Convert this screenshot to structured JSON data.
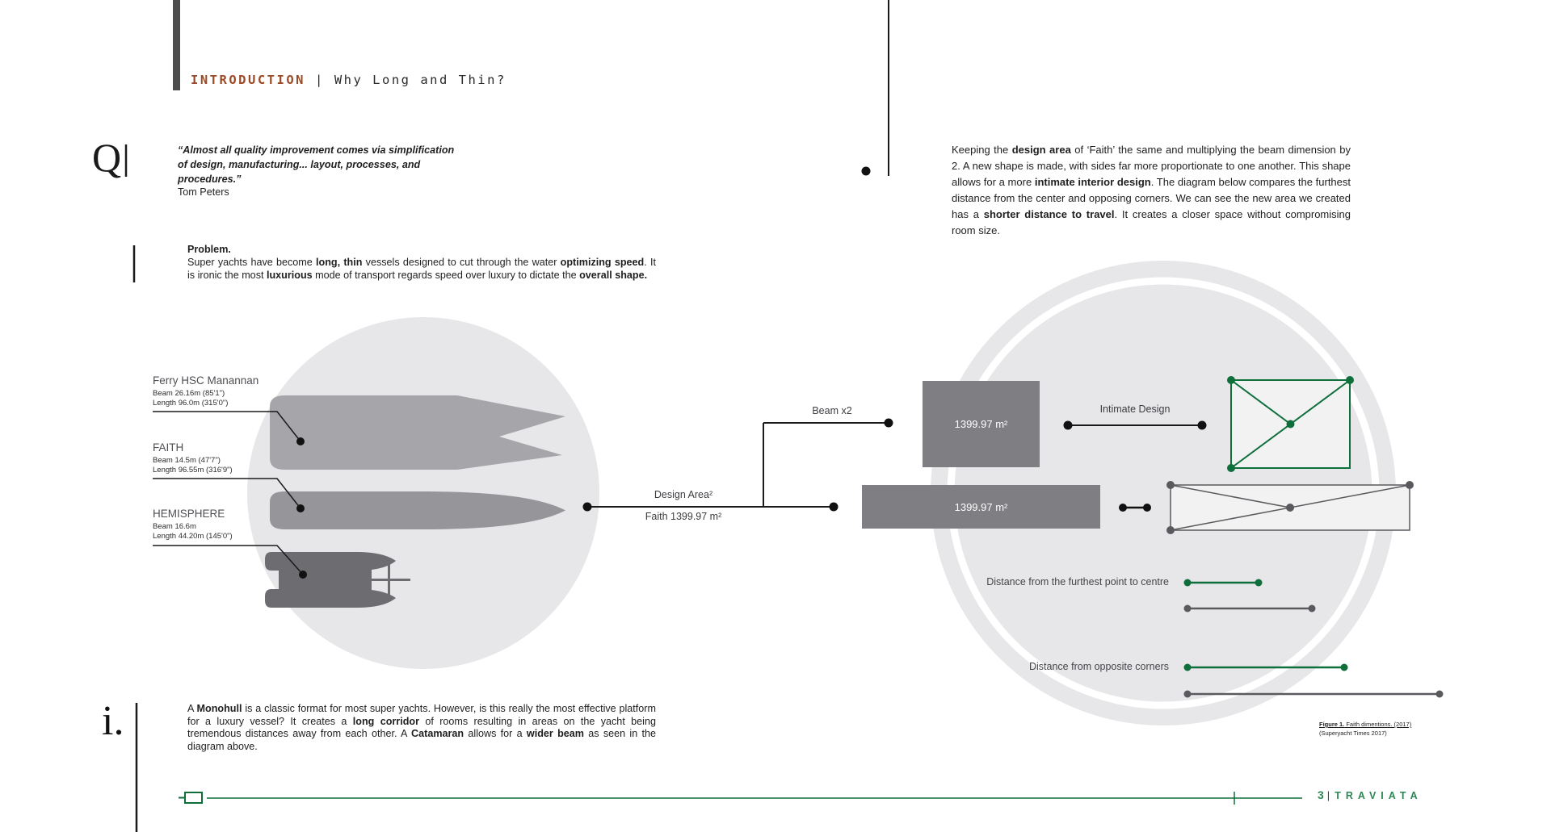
{
  "header": {
    "section_label": "INTRODUCTION",
    "divider": "|",
    "title": "Why Long and Thin?"
  },
  "quote": {
    "initial": "Q",
    "text": "“Almost all quality improvement comes via simplification of design, manufacturing... layout, processes, and procedures.”",
    "attribution": "Tom Peters"
  },
  "problem": {
    "heading": "Problem.",
    "body": [
      {
        "t": "Super yachts have become "
      },
      {
        "t": "long, thin",
        "b": 1
      },
      {
        "t": " vessels designed to cut through the water "
      },
      {
        "t": "optimizing speed",
        "b": 1
      },
      {
        "t": ". It is ironic the most "
      },
      {
        "t": "luxurious",
        "b": 1
      },
      {
        "t": " mode of transport regards speed over luxury to dictate the "
      },
      {
        "t": "overall shape.",
        "b": 1
      }
    ]
  },
  "keeping": {
    "body": [
      {
        "t": "Keeping the "
      },
      {
        "t": "design area",
        "b": 1
      },
      {
        "t": " of ‘Faith’ the same and multiplying the beam dimension by 2. A new shape is made, with sides far more proportionate to one another. This shape allows for a more "
      },
      {
        "t": "intimate interior design",
        "b": 1
      },
      {
        "t": ".  The diagram below compares the furthest distance from the center and opposing corners. We can see the new area we created has a "
      },
      {
        "t": "shorter distance to travel",
        "b": 1
      },
      {
        "t": ". It creates a closer space without compromising room size."
      }
    ]
  },
  "monohull": {
    "initial": "i.",
    "body": [
      {
        "t": "A "
      },
      {
        "t": "Monohull",
        "b": 1
      },
      {
        "t": " is a classic format for most super yachts. However, is this really the most effective platform for a luxury vessel? It creates a "
      },
      {
        "t": "long corridor",
        "b": 1
      },
      {
        "t": " of rooms resulting in areas on the yacht being tremendous distances away from each other. A "
      },
      {
        "t": "Catamaran",
        "b": 1
      },
      {
        "t": " allows for a "
      },
      {
        "t": "wider beam",
        "b": 1
      },
      {
        "t": " as seen in the diagram above."
      }
    ]
  },
  "yachts": [
    {
      "name": "Ferry HSC Manannan",
      "beam": "Beam 26.16m (85'1\")",
      "length": "Length 96.0m (315'0\")"
    },
    {
      "name": "FAITH",
      "beam": "Beam 14.5m (47'7\")",
      "length": "Length 96.55m (316'9\")"
    },
    {
      "name": "HEMISPHERE",
      "beam": "Beam 16.6m",
      "length": "Length 44.20m (145'0\")"
    }
  ],
  "diagram": {
    "design_area_label": "Design Area²",
    "design_area_value": "Faith 1399.97 m²",
    "beam_label": "Beam x2",
    "area_box_top": "1399.97 m²",
    "area_box_bottom": "1399.97 m²",
    "intimate_label": "Intimate Design",
    "legend_centre": "Distance from the furthest point to centre",
    "legend_corners": "Distance from opposite corners"
  },
  "figure": {
    "caption_bold": "Figure 1.",
    "caption_rest": " Faith dimentions. (2017)",
    "caption_line2": "(Superyacht Times 2017)"
  },
  "footer": {
    "page_number": "3",
    "divider": "|",
    "brand": "TRAVIATA"
  },
  "colors": {
    "accent_green": "#0e6f3a",
    "footer_green": "#2f8653",
    "accent_rust": "#9a4a26",
    "yacht_light": "#a6a6aa",
    "yacht_mid": "#96969a",
    "yacht_dark": "#6d6d71",
    "area_box_gray": "#7f7f83",
    "circle_bg": "#e7e7e9"
  }
}
